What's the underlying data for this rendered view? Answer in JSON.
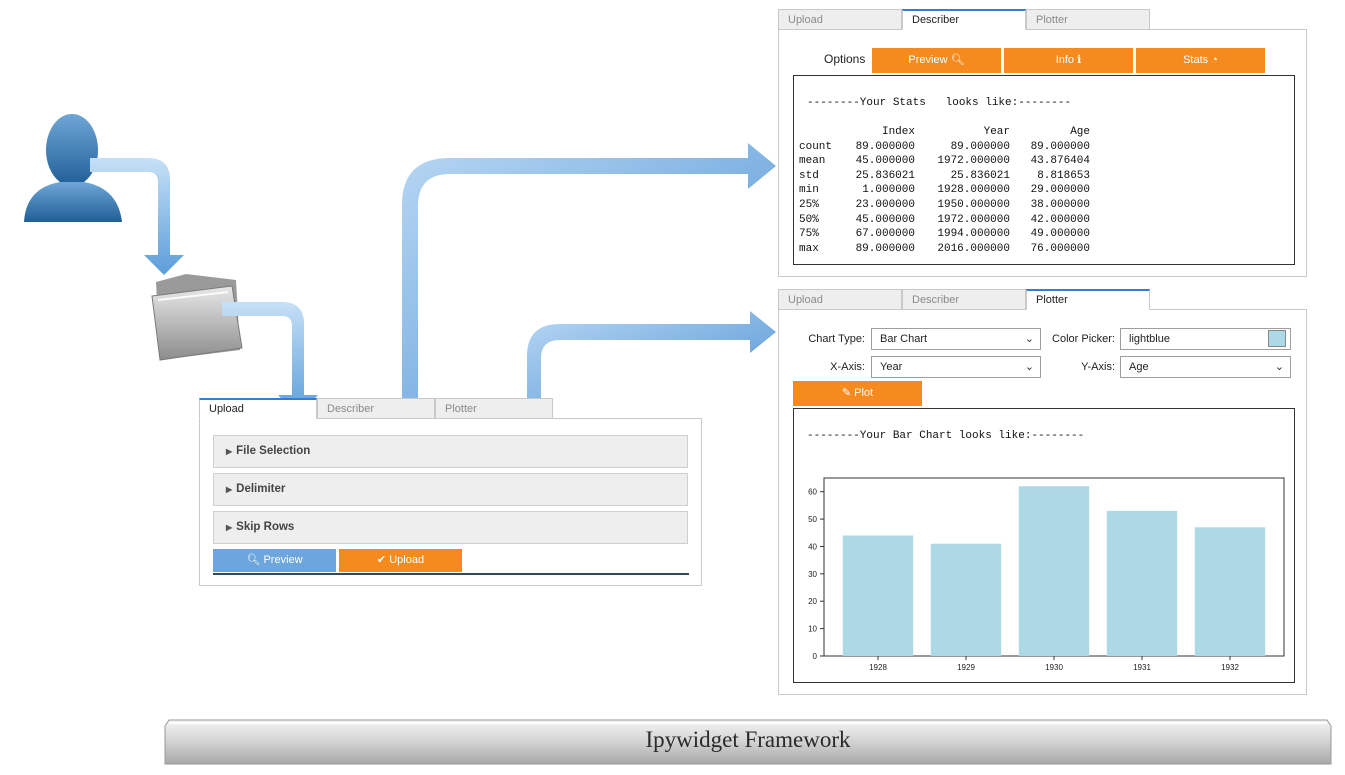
{
  "upload_widget": {
    "tabs": [
      "Upload",
      "Describer",
      "Plotter"
    ],
    "active_tab": "Upload",
    "sections": [
      "File Selection",
      "Delimiter",
      "Skip Rows"
    ],
    "preview_button": "Preview",
    "upload_button": "Upload"
  },
  "describer_widget": {
    "tabs": [
      "Upload",
      "Describer",
      "Plotter"
    ],
    "active_tab": "Describer",
    "options_label": "Options",
    "preview_button": "Preview",
    "info_button": "Info",
    "stats_button": "Stats",
    "output_heading": "--------Your Stats   looks like:--------",
    "stats_table": {
      "columns": [
        "Index",
        "Year",
        "Age"
      ],
      "rows": [
        {
          "label": "count",
          "values": [
            "89.000000",
            "89.000000",
            "89.000000"
          ]
        },
        {
          "label": "mean",
          "values": [
            "45.000000",
            "1972.000000",
            "43.876404"
          ]
        },
        {
          "label": "std",
          "values": [
            "25.836021",
            "25.836021",
            "8.818653"
          ]
        },
        {
          "label": "min",
          "values": [
            "1.000000",
            "1928.000000",
            "29.000000"
          ]
        },
        {
          "label": "25%",
          "values": [
            "23.000000",
            "1950.000000",
            "38.000000"
          ]
        },
        {
          "label": "50%",
          "values": [
            "45.000000",
            "1972.000000",
            "42.000000"
          ]
        },
        {
          "label": "75%",
          "values": [
            "67.000000",
            "1994.000000",
            "49.000000"
          ]
        },
        {
          "label": "max",
          "values": [
            "89.000000",
            "2016.000000",
            "76.000000"
          ]
        }
      ]
    }
  },
  "plotter_widget": {
    "tabs": [
      "Upload",
      "Describer",
      "Plotter"
    ],
    "active_tab": "Plotter",
    "chart_type_label": "Chart Type:",
    "chart_type_value": "Bar Chart",
    "color_picker_label": "Color Picker:",
    "color_picker_value": "lightblue",
    "x_axis_label": "X-Axis:",
    "x_axis_value": "Year",
    "y_axis_label": "Y-Axis:",
    "y_axis_value": "Age",
    "plot_button": "Plot",
    "output_heading": "--------Your Bar Chart looks like:--------"
  },
  "framework_label": "Ipywidget Framework",
  "icons": [
    "user-icon",
    "folder-icon",
    "flow-arrow-icon"
  ],
  "colors": {
    "orange": "#f58a1f",
    "blue_button": "#6ca6dc",
    "tab_accent": "#2f7fd8",
    "bar": "#add8e6",
    "arrow": "#5d9fd8"
  },
  "chart_data": {
    "type": "bar",
    "categories": [
      "1928",
      "1929",
      "1930",
      "1931",
      "1932"
    ],
    "values": [
      44,
      41,
      62,
      53,
      47
    ],
    "title": "",
    "xlabel": "",
    "ylabel": "",
    "ylim": [
      0,
      65
    ],
    "yticks": [
      0,
      10,
      20,
      30,
      40,
      50,
      60
    ],
    "grid": false,
    "bar_color": "#add8e6"
  }
}
